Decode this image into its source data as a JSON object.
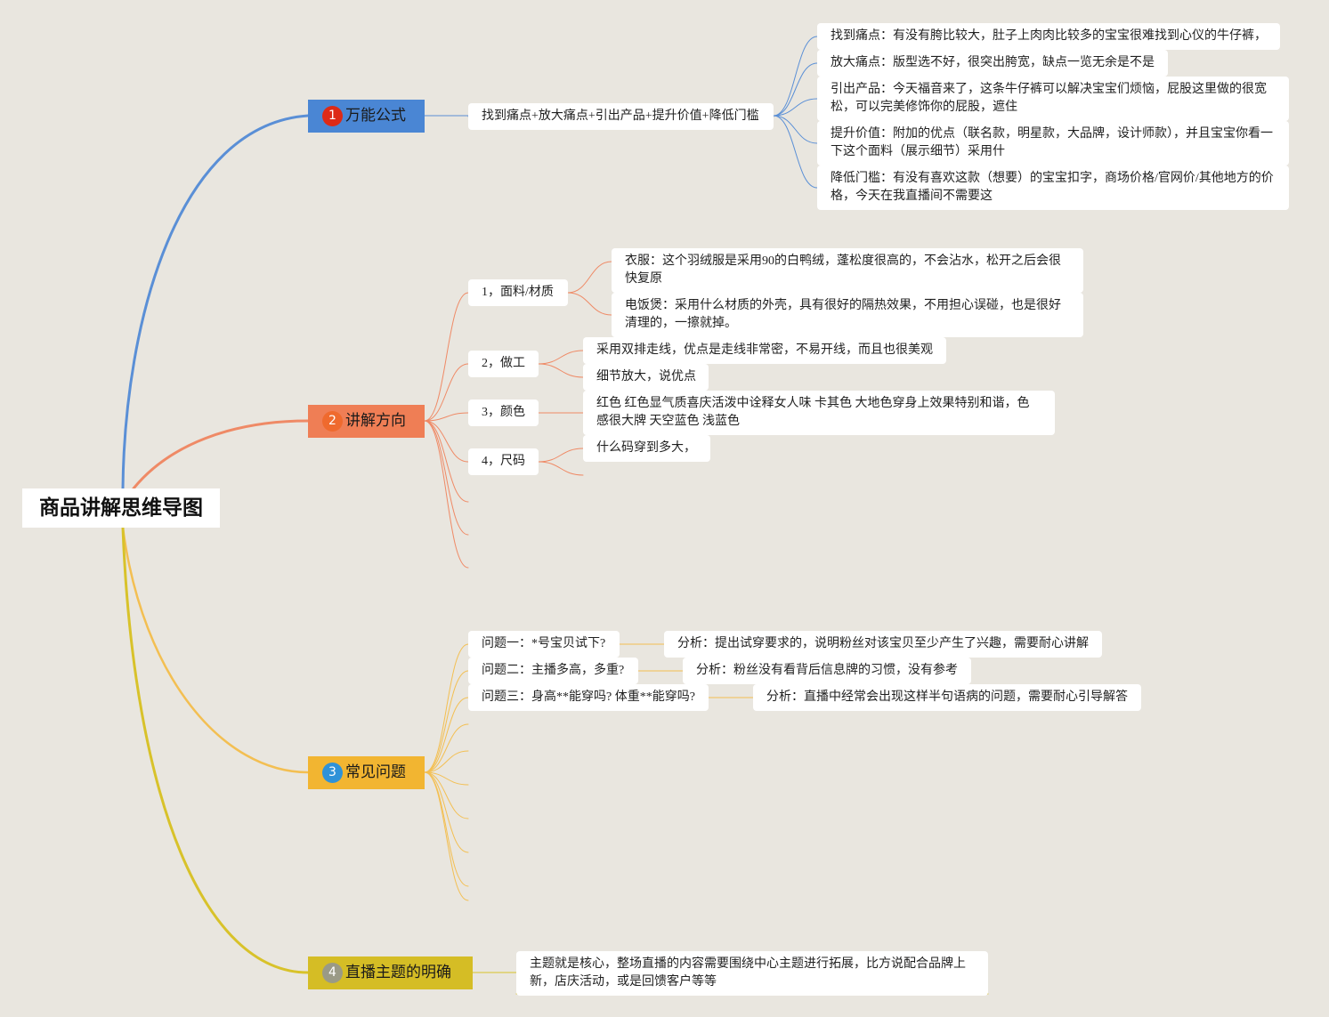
{
  "root": {
    "label": "商品讲解思维导图"
  },
  "colors": {
    "branch1": "#4a86d4",
    "branch1_line": "#5a8fd6",
    "branch2": "#ef7e55",
    "branch2_line": "#ef8a66",
    "branch3": "#f2b531",
    "branch3_line": "#f3bf52",
    "branch4": "#d5bd25",
    "branch4_line": "#d8c22a",
    "badge1": "#dd2a17",
    "badge2": "#ef6a2e",
    "badge3": "#2f92d8",
    "badge4": "#9a9a86"
  },
  "branches": [
    {
      "number": "1",
      "label": "万能公式",
      "formula": "找到痛点+放大痛点+引出产品+提升价值+降低门槛",
      "items": [
        "找到痛点：有没有胯比较大，肚子上肉肉比较多的宝宝很难找到心仪的牛仔裤，",
        "放大痛点：版型选不好，很突出胯宽，缺点一览无余是不是",
        "引出产品：今天福音来了，这条牛仔裤可以解决宝宝们烦恼，屁股这里做的很宽松，可以完美修饰你的屁股，遮住",
        "提升价值：附加的优点（联名款，明星款，大品牌，设计师款），并且宝宝你看一下这个面料（展示细节）采用什",
        "降低门槛：有没有喜欢这款（想要）的宝宝扣字，商场价格/官网价/其他地方的价格，今天在我直播间不需要这"
      ]
    },
    {
      "number": "2",
      "label": "讲解方向",
      "topics": [
        {
          "label": "1，面料/材质",
          "details": [
            "衣服：这个羽绒服是采用90的白鸭绒，蓬松度很高的，不会沾水，松开之后会很快复原",
            "电饭煲：采用什么材质的外壳，具有很好的隔热效果，不用担心误碰，也是很好清理的，一擦就掉。"
          ]
        },
        {
          "label": "2，做工",
          "details": [
            "采用双排走线，优点是走线非常密，不易开线，而且也很美观",
            "细节放大，说优点"
          ]
        },
        {
          "label": "3，颜色",
          "details": [
            "红色 红色显气质喜庆活泼中诠释女人味 卡其色 大地色穿身上效果特别和谐，色感很大牌 天空蓝色 浅蓝色"
          ]
        },
        {
          "label": "4，尺码",
          "details": [
            "什么码穿到多大，"
          ]
        }
      ]
    },
    {
      "number": "3",
      "label": "常见问题",
      "questions": [
        {
          "q": "问题一：*号宝贝试下?",
          "a": "分析：提出试穿要求的，说明粉丝对该宝贝至少产生了兴趣，需要耐心讲解"
        },
        {
          "q": "问题二：主播多高，多重?",
          "a": "分析：粉丝没有看背后信息牌的习惯，没有参考"
        },
        {
          "q": "问题三：身高**能穿吗? 体重**能穿吗?",
          "a": "分析：直播中经常会出现这样半句语病的问题，需要耐心引导解答"
        }
      ]
    },
    {
      "number": "4",
      "label": "直播主题的明确",
      "note": "主题就是核心，整场直播的内容需要围绕中心主题进行拓展，比方说配合品牌上新，店庆活动，或是回馈客户等等"
    }
  ]
}
